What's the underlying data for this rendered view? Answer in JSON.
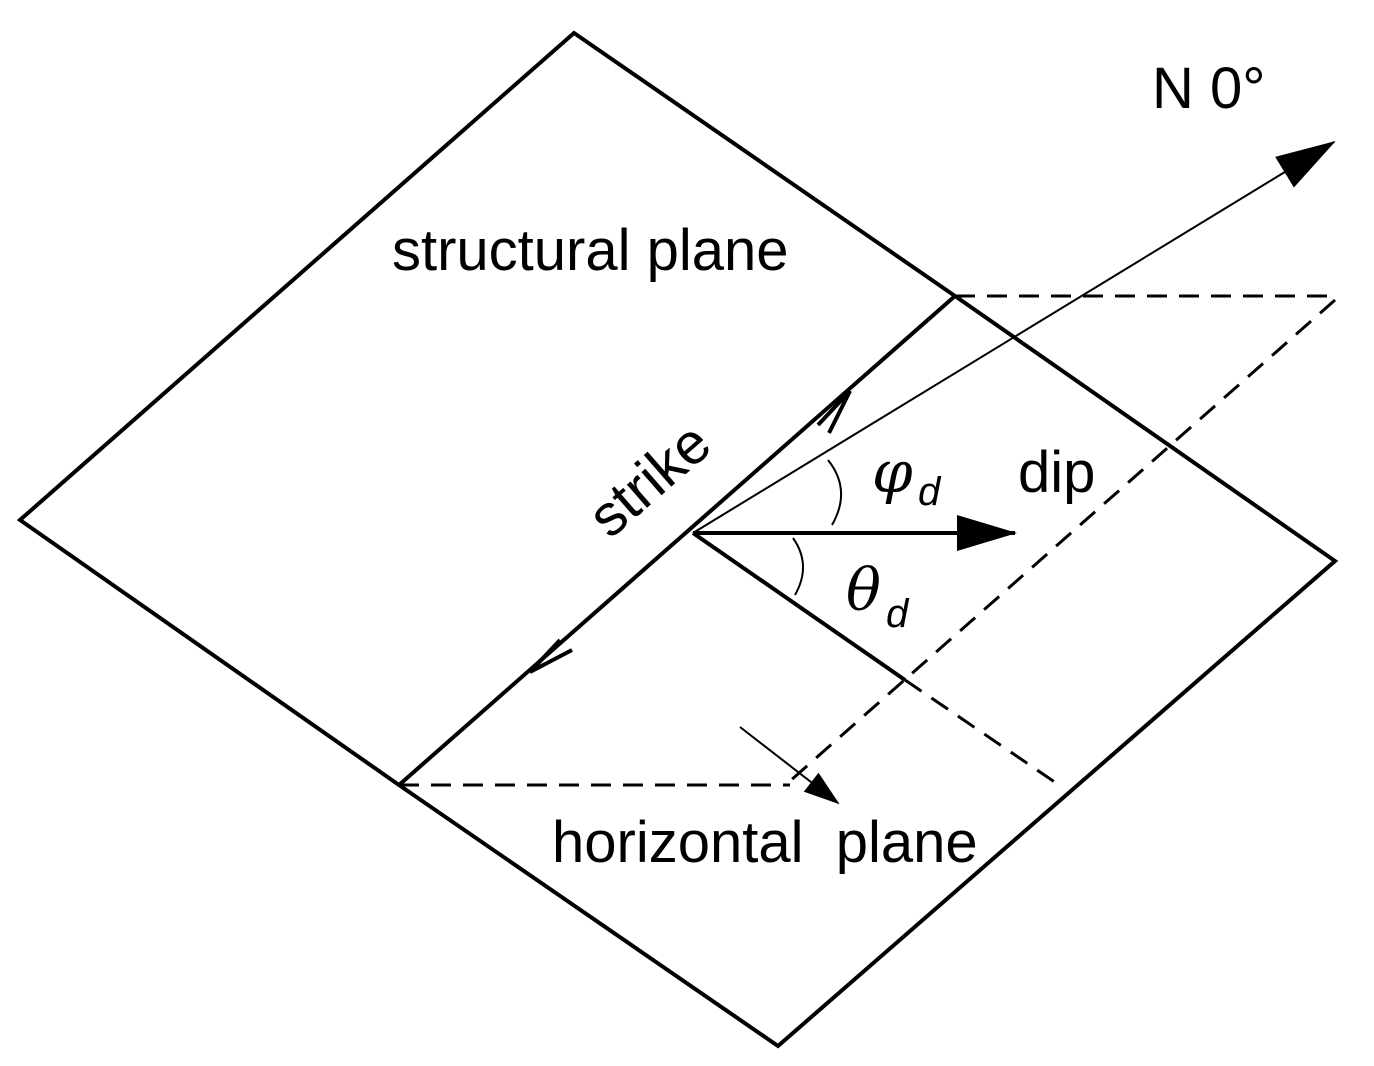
{
  "labels": {
    "north": "N 0°",
    "structural_plane": "structural plane",
    "strike": "strike",
    "dip": "dip",
    "phi_symbol": "φ",
    "phi_subscript": "d",
    "theta_symbol": "θ",
    "theta_subscript": "d",
    "horizontal_plane": "horizontal  plane"
  },
  "colors": {
    "line": "#000000",
    "background": "#ffffff"
  }
}
